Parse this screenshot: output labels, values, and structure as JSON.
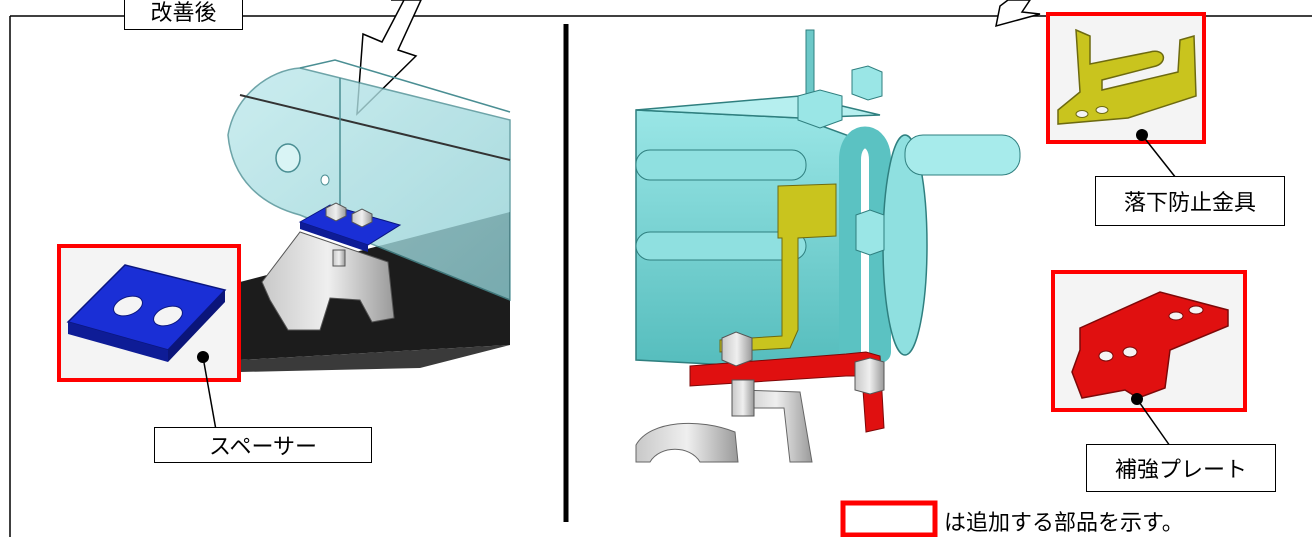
{
  "header": {
    "title": "改善後"
  },
  "callouts": {
    "spacer": "スペーサー",
    "fall_prevention_bracket": "落下防止金具",
    "reinforcement_plate": "補強プレート"
  },
  "legend": {
    "swatch_color": "#ff0000",
    "text": "は追加する部品を示す。"
  },
  "colors": {
    "spacer_part": "#1a2fd6",
    "bracket_part": "#c9c41e",
    "reinforcement_part": "#e01010",
    "frame_part": "#7fd6d6",
    "highlight_border": "#ff0000"
  }
}
